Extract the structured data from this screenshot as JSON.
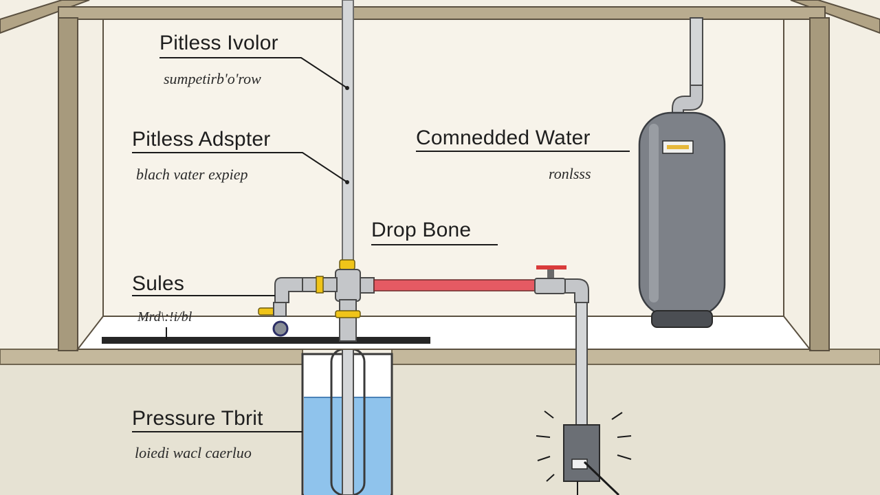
{
  "labels": {
    "pitless_ivolor": {
      "title": "Pitless Ivolor",
      "sub": "sumpetirb'o'row"
    },
    "pitless_adapter": {
      "title": "Pitless Adspter",
      "sub": "blach vater expiep"
    },
    "compressed_water": {
      "title": "Comnedded Water",
      "sub": "ronlsss"
    },
    "drop_bone": {
      "title": "Drop Bone"
    },
    "sules": {
      "title": "Sules",
      "sub": "Mrd\\:!i/bl"
    },
    "pressure_tank": {
      "title": "Pressure Tbrit",
      "sub": "loiedi wacl caerluo"
    }
  },
  "colors": {
    "background": "#f3efe4",
    "wall": "#a79a7d",
    "ground": "#e6e2d3",
    "water": "#8fc3ec",
    "pipe": "#c4c6c9",
    "hot_pipe": "#e55a63",
    "tank": "#7d8188",
    "valve_red": "#d93b3b",
    "fitting_yellow": "#f0c419"
  },
  "icons": {
    "tank_badge": "warning-label-icon",
    "switch": "pressure-switch-icon",
    "valve": "valve-icon"
  }
}
